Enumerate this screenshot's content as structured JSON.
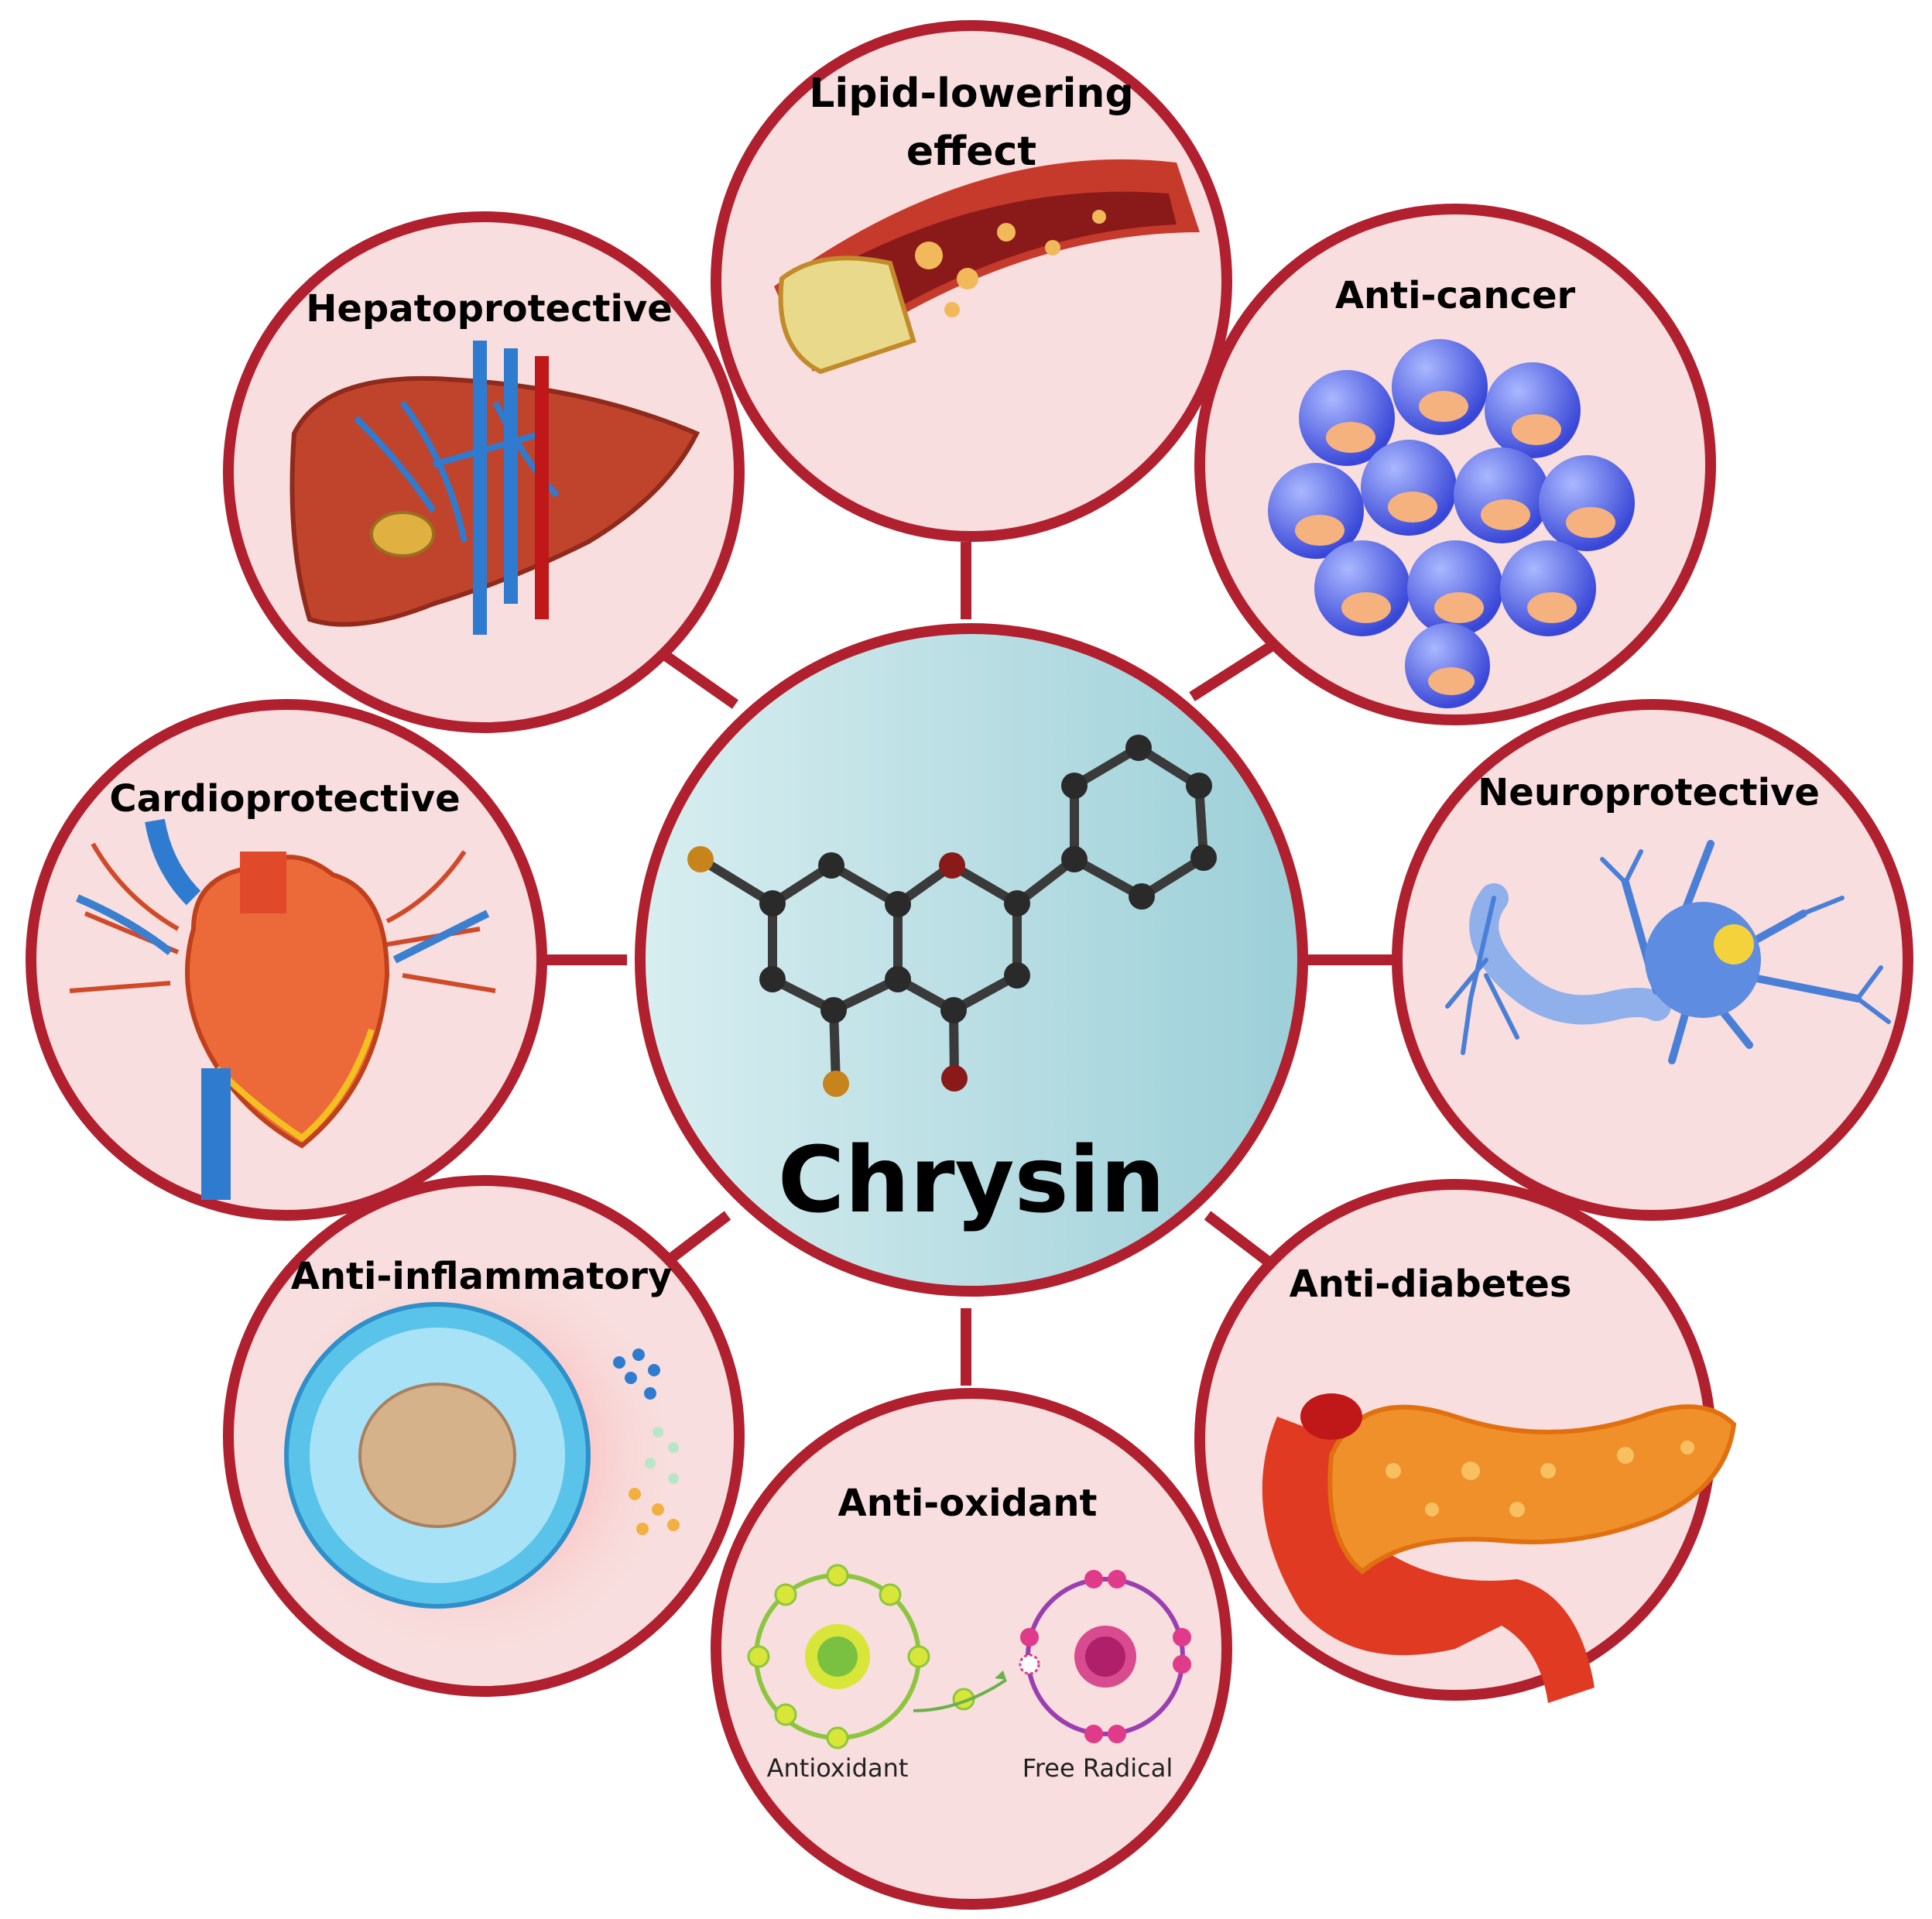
{
  "center": {
    "title": "Chrysin"
  },
  "nodes": [
    {
      "id": "lipid",
      "lines": [
        "Lipid-lowering",
        "effect"
      ]
    },
    {
      "id": "anticancer",
      "lines": [
        "Anti-cancer"
      ]
    },
    {
      "id": "neuro",
      "lines": [
        "Neuroprotective"
      ]
    },
    {
      "id": "diabetes",
      "lines": [
        "Anti-diabetes"
      ]
    },
    {
      "id": "oxidant",
      "lines": [
        "Anti-oxidant"
      ]
    },
    {
      "id": "inflam",
      "lines": [
        "Anti-inflammatory"
      ]
    },
    {
      "id": "cardio",
      "lines": [
        "Cardioprotective"
      ]
    },
    {
      "id": "hepato",
      "lines": [
        "Hepatoprotective"
      ]
    }
  ],
  "oxidant_labels": {
    "antioxidant": "Antioxidant",
    "free_radical": "Free Radical"
  },
  "colors": {
    "ring": "#b0202e",
    "node_fill": "#f8dede",
    "center_gradient_left": "#d8eef0",
    "center_gradient_right": "#9ccfd8"
  },
  "icons": [
    "artery-plaque-icon",
    "cancer-cell-cluster-icon",
    "neuron-icon",
    "pancreas-icon",
    "atom-electron-icon",
    "immune-cell-icon",
    "heart-icon",
    "liver-icon",
    "chrysin-molecule-icon"
  ]
}
